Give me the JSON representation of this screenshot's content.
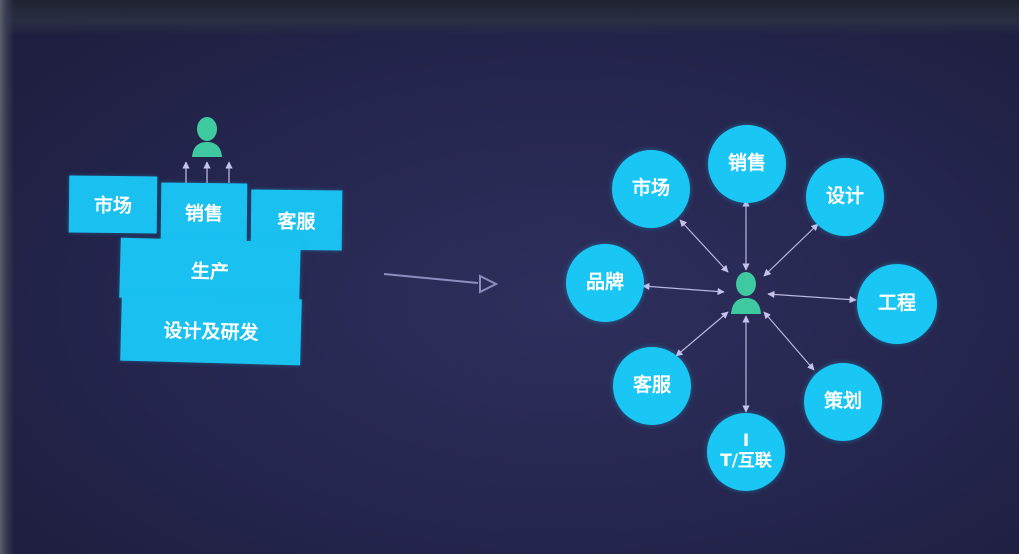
{
  "colors": {
    "background": "#262750",
    "accent": "#19c0f0",
    "person": "#3fc9a0",
    "connector": "#b9b6e0"
  },
  "left_diagram": {
    "top_row": [
      "市场",
      "销售",
      "客服"
    ],
    "middle": "生产",
    "bottom": "设计及研发",
    "person_icon": "person-icon"
  },
  "transition_arrow": "arrow-right-icon",
  "right_diagram": {
    "person_icon": "person-icon",
    "nodes": [
      {
        "key": "sales",
        "label": "销售"
      },
      {
        "key": "design",
        "label": "设计"
      },
      {
        "key": "engineering",
        "label": "工程"
      },
      {
        "key": "planning",
        "label": "策划"
      },
      {
        "key": "it",
        "label": "I\nT/互联"
      },
      {
        "key": "service",
        "label": "客服"
      },
      {
        "key": "brand",
        "label": "品牌"
      },
      {
        "key": "market",
        "label": "市场"
      }
    ]
  }
}
